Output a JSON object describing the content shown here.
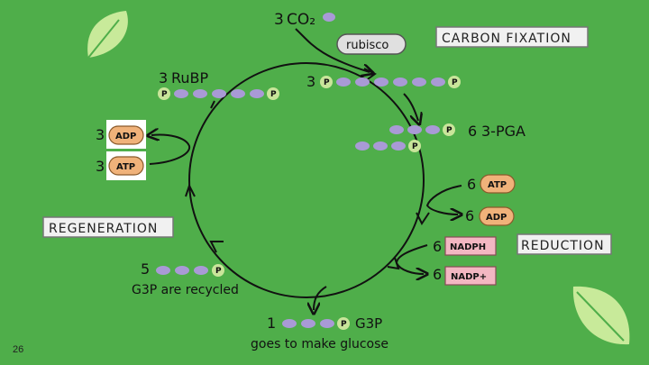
{
  "slide_number": "26",
  "co2": {
    "count": "3",
    "label": "CO₂"
  },
  "rubisco": "rubisco",
  "sections": {
    "fixation": "CARBON FIXATION",
    "regeneration": "REGENERATION",
    "reduction": "REDUCTION"
  },
  "rubp": {
    "count": "3",
    "label": "RuBP"
  },
  "six_carbon": {
    "count": "3"
  },
  "pga": {
    "count": "6",
    "label": "3-PGA"
  },
  "adp_left": {
    "count": "3",
    "label": "ADP"
  },
  "atp_left": {
    "count": "3",
    "label": "ATP"
  },
  "atp_right": {
    "count": "6",
    "label": "ATP"
  },
  "adp_right": {
    "count": "6",
    "label": "ADP"
  },
  "nadph": {
    "count": "6",
    "label": "NADPH"
  },
  "nadp": {
    "count": "6",
    "label": "NADP+"
  },
  "g3p_recycled": {
    "count": "5",
    "label": "G3P are recycled"
  },
  "g3p_out": {
    "count": "1",
    "label": "G3P",
    "caption": "goes to make glucose"
  },
  "phosphate": "P",
  "colors": {
    "background": "#4fae4a",
    "carbon": "#a99ad6",
    "phosphate": "#c9e59a",
    "atp_adp": "#f0b27a",
    "nadph": "#f3b7c2",
    "leaf": "#c8ea9a",
    "label_box": "#f1f1f1"
  }
}
